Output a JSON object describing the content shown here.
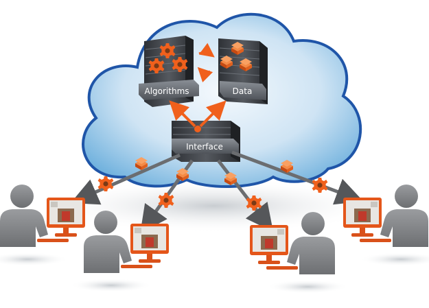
{
  "labels": {
    "algorithms": "Algorithms",
    "data": "Data",
    "interface": "Interface"
  },
  "colors": {
    "cloud_outline": "#1f55a8",
    "cloud_fill_light": "#e8f3fb",
    "cloud_fill_dark": "#5fa7d8",
    "accent_orange": "#f0601c",
    "server_dark": "#3c3f44",
    "label_bar": "#6a6f76",
    "person_gray": "#8a8c8f",
    "arrow_gray": "#6b6d70"
  },
  "icons": [
    "cloud-shape",
    "server-rack-algorithms",
    "server-rack-data",
    "server-rack-interface",
    "gear-icon",
    "data-packet-icon",
    "person-at-computer-icon",
    "sync-arrows-icon"
  ]
}
